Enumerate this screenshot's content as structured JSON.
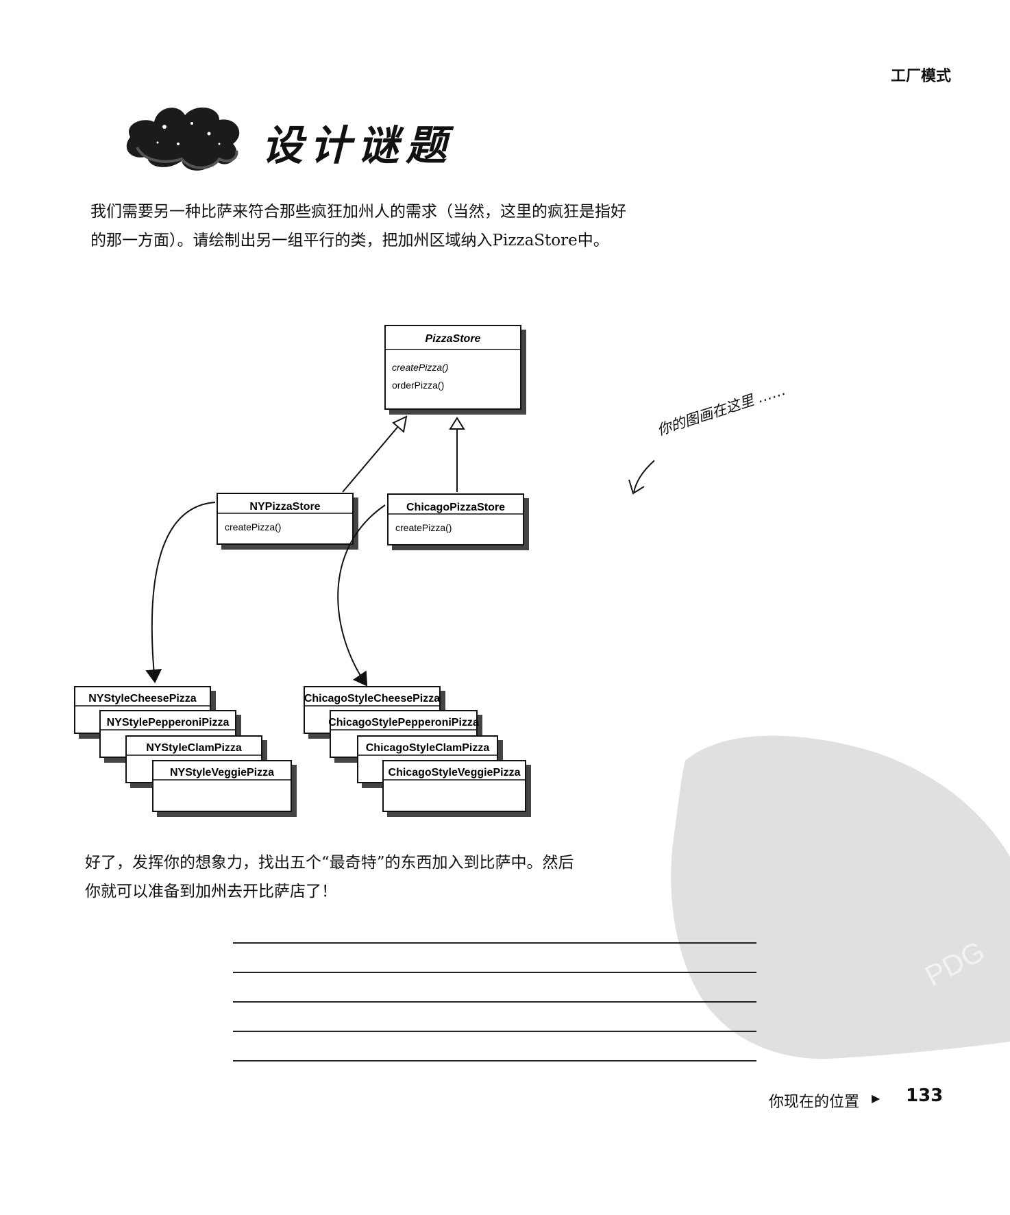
{
  "header": {
    "running_head": "工厂模式"
  },
  "title": {
    "text": "设计谜题",
    "icon": "puzzle-piece-icon"
  },
  "intro": {
    "line1": "我们需要另一种比萨来符合那些疯狂加州人的需求（当然，这里的疯狂是指好",
    "line2": "的那一方面）。请绘制出另一组平行的类，把加州区域纳入PizzaStore中。"
  },
  "diagram": {
    "pizza_store": {
      "name": "PizzaStore",
      "methods": [
        "createPizza()",
        "orderPizza()"
      ]
    },
    "ny_store": {
      "name": "NYPizzaStore",
      "methods": [
        "createPizza()"
      ]
    },
    "chicago_store": {
      "name": "ChicagoPizzaStore",
      "methods": [
        "createPizza()"
      ]
    },
    "ny_pizzas": [
      "NYStyleCheesePizza",
      "NYStylePepperoniPizza",
      "NYStyleClamPizza",
      "NYStyleVeggiePizza"
    ],
    "chicago_pizzas": [
      "ChicagoStyleCheesePizza",
      "ChicagoStylePepperoniPizza",
      "ChicagoStyleClamPizza",
      "ChicagoStyleVeggiePizza"
    ]
  },
  "handnote": {
    "text": "你的图画在这里 ……"
  },
  "task": {
    "line1": "好了，发挥你的想象力，找出五个“最奇特”的东西加入到比萨中。然后",
    "line2": "你就可以准备到加州去开比萨店了！"
  },
  "answer_lines": 5,
  "watermark": {
    "text": "PDG"
  },
  "footer": {
    "label": "你现在的位置",
    "page_number": "133"
  }
}
